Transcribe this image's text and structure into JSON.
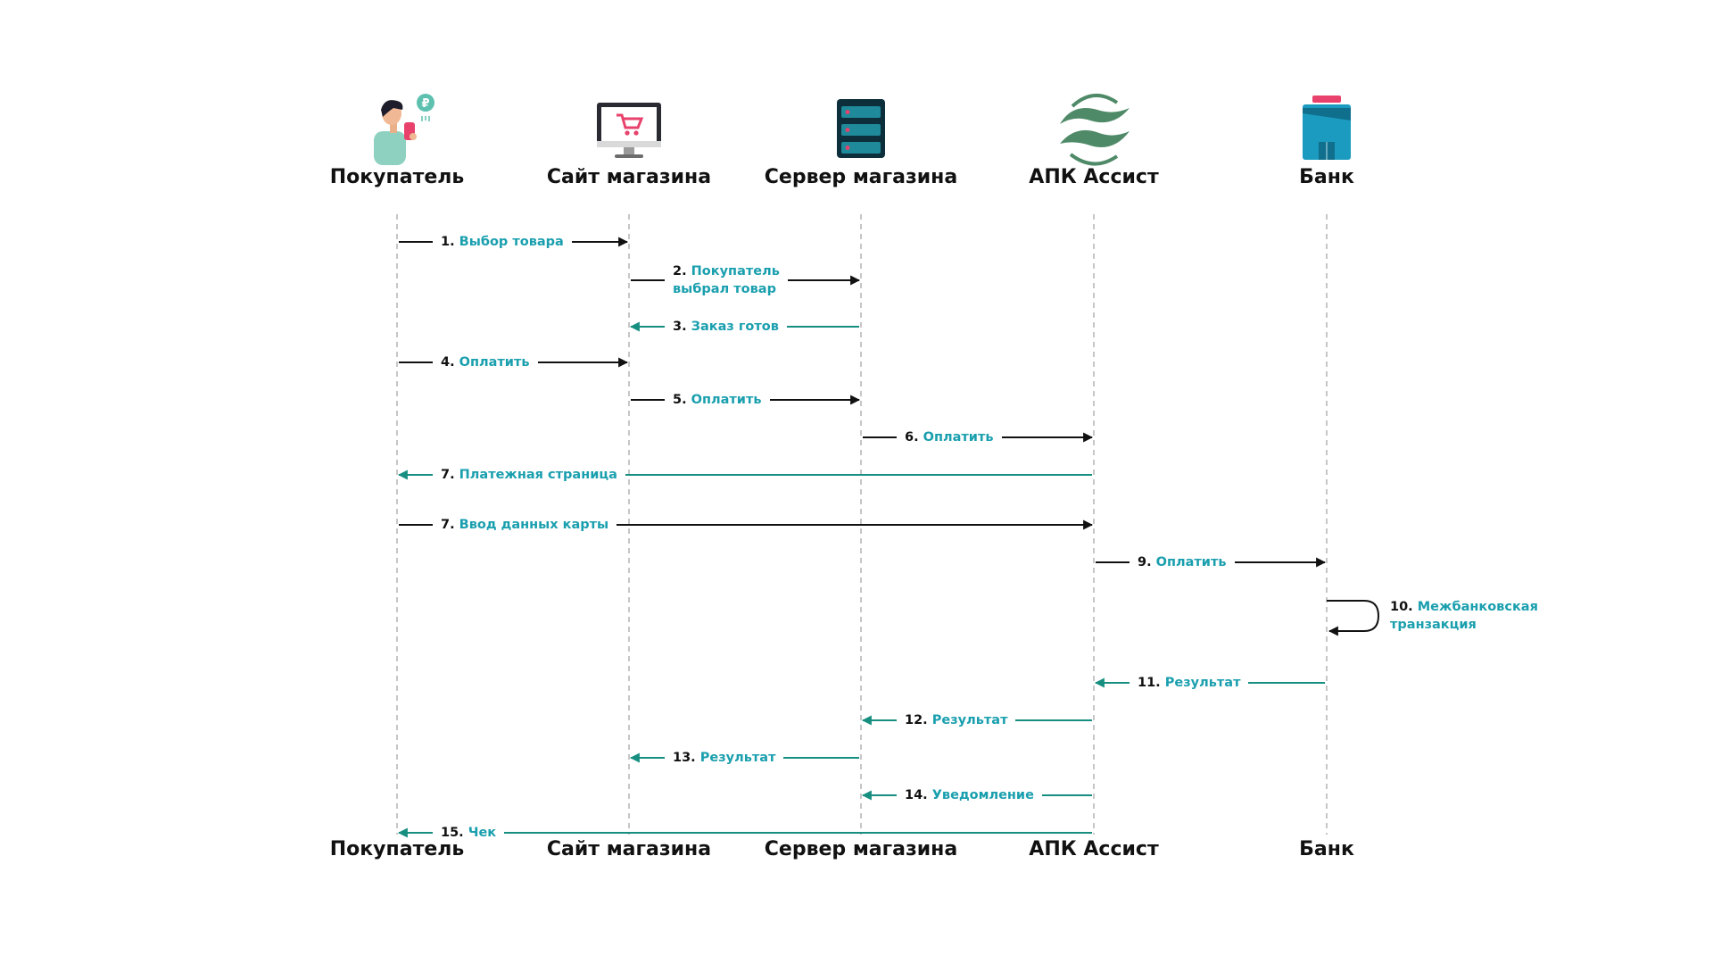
{
  "colors": {
    "request": "#111111",
    "response": "#168f80",
    "label_text": "#1a9fae",
    "lifeline": "#b3b3b3",
    "server_body": "#0d2f3c",
    "server_slot": "#1f8a9a",
    "accent_pink": "#e8426c",
    "logo_green": "#4f8a68",
    "bank_blue": "#1b9bbf"
  },
  "participants": [
    {
      "id": "buyer",
      "name": "Покупатель",
      "icon": "person-with-phone-icon"
    },
    {
      "id": "site",
      "name": "Сайт магазина",
      "icon": "monitor-cart-icon"
    },
    {
      "id": "server",
      "name": "Сервер магазина",
      "icon": "server-rack-icon"
    },
    {
      "id": "apk",
      "name": "АПК Ассист",
      "icon": "assist-logo-icon"
    },
    {
      "id": "bank",
      "name": "Банк",
      "icon": "bank-building-icon"
    }
  ],
  "messages": [
    {
      "num": "1.",
      "text": [
        "Выбор товара"
      ],
      "from": 0,
      "to": 1,
      "kind": "request"
    },
    {
      "num": "2.",
      "text": [
        "Покупатель",
        "выбрал товар"
      ],
      "from": 1,
      "to": 2,
      "kind": "request"
    },
    {
      "num": "3.",
      "text": [
        "Заказ готов"
      ],
      "from": 2,
      "to": 1,
      "kind": "response"
    },
    {
      "num": "4.",
      "text": [
        "Оплатить"
      ],
      "from": 0,
      "to": 1,
      "kind": "request"
    },
    {
      "num": "5.",
      "text": [
        "Оплатить"
      ],
      "from": 1,
      "to": 2,
      "kind": "request"
    },
    {
      "num": "6.",
      "text": [
        "Оплатить"
      ],
      "from": 2,
      "to": 3,
      "kind": "request"
    },
    {
      "num": "7.",
      "text": [
        "Платежная страница"
      ],
      "from": 3,
      "to": 0,
      "kind": "response"
    },
    {
      "num": "7.",
      "text": [
        "Ввод данных карты"
      ],
      "from": 0,
      "to": 3,
      "kind": "request"
    },
    {
      "num": "9.",
      "text": [
        "Оплатить"
      ],
      "from": 3,
      "to": 4,
      "kind": "request"
    },
    {
      "num": "10.",
      "text": [
        "Межбанковская",
        "транзакция"
      ],
      "from": 4,
      "to": 4,
      "kind": "self"
    },
    {
      "num": "11.",
      "text": [
        "Результат"
      ],
      "from": 4,
      "to": 3,
      "kind": "response"
    },
    {
      "num": "12.",
      "text": [
        "Результат"
      ],
      "from": 3,
      "to": 2,
      "kind": "response"
    },
    {
      "num": "13.",
      "text": [
        "Результат"
      ],
      "from": 2,
      "to": 1,
      "kind": "response"
    },
    {
      "num": "14.",
      "text": [
        "Уведомление"
      ],
      "from": 3,
      "to": 2,
      "kind": "response"
    },
    {
      "num": "15.",
      "text": [
        "Чек"
      ],
      "from": 3,
      "to": 0,
      "kind": "response"
    }
  ]
}
